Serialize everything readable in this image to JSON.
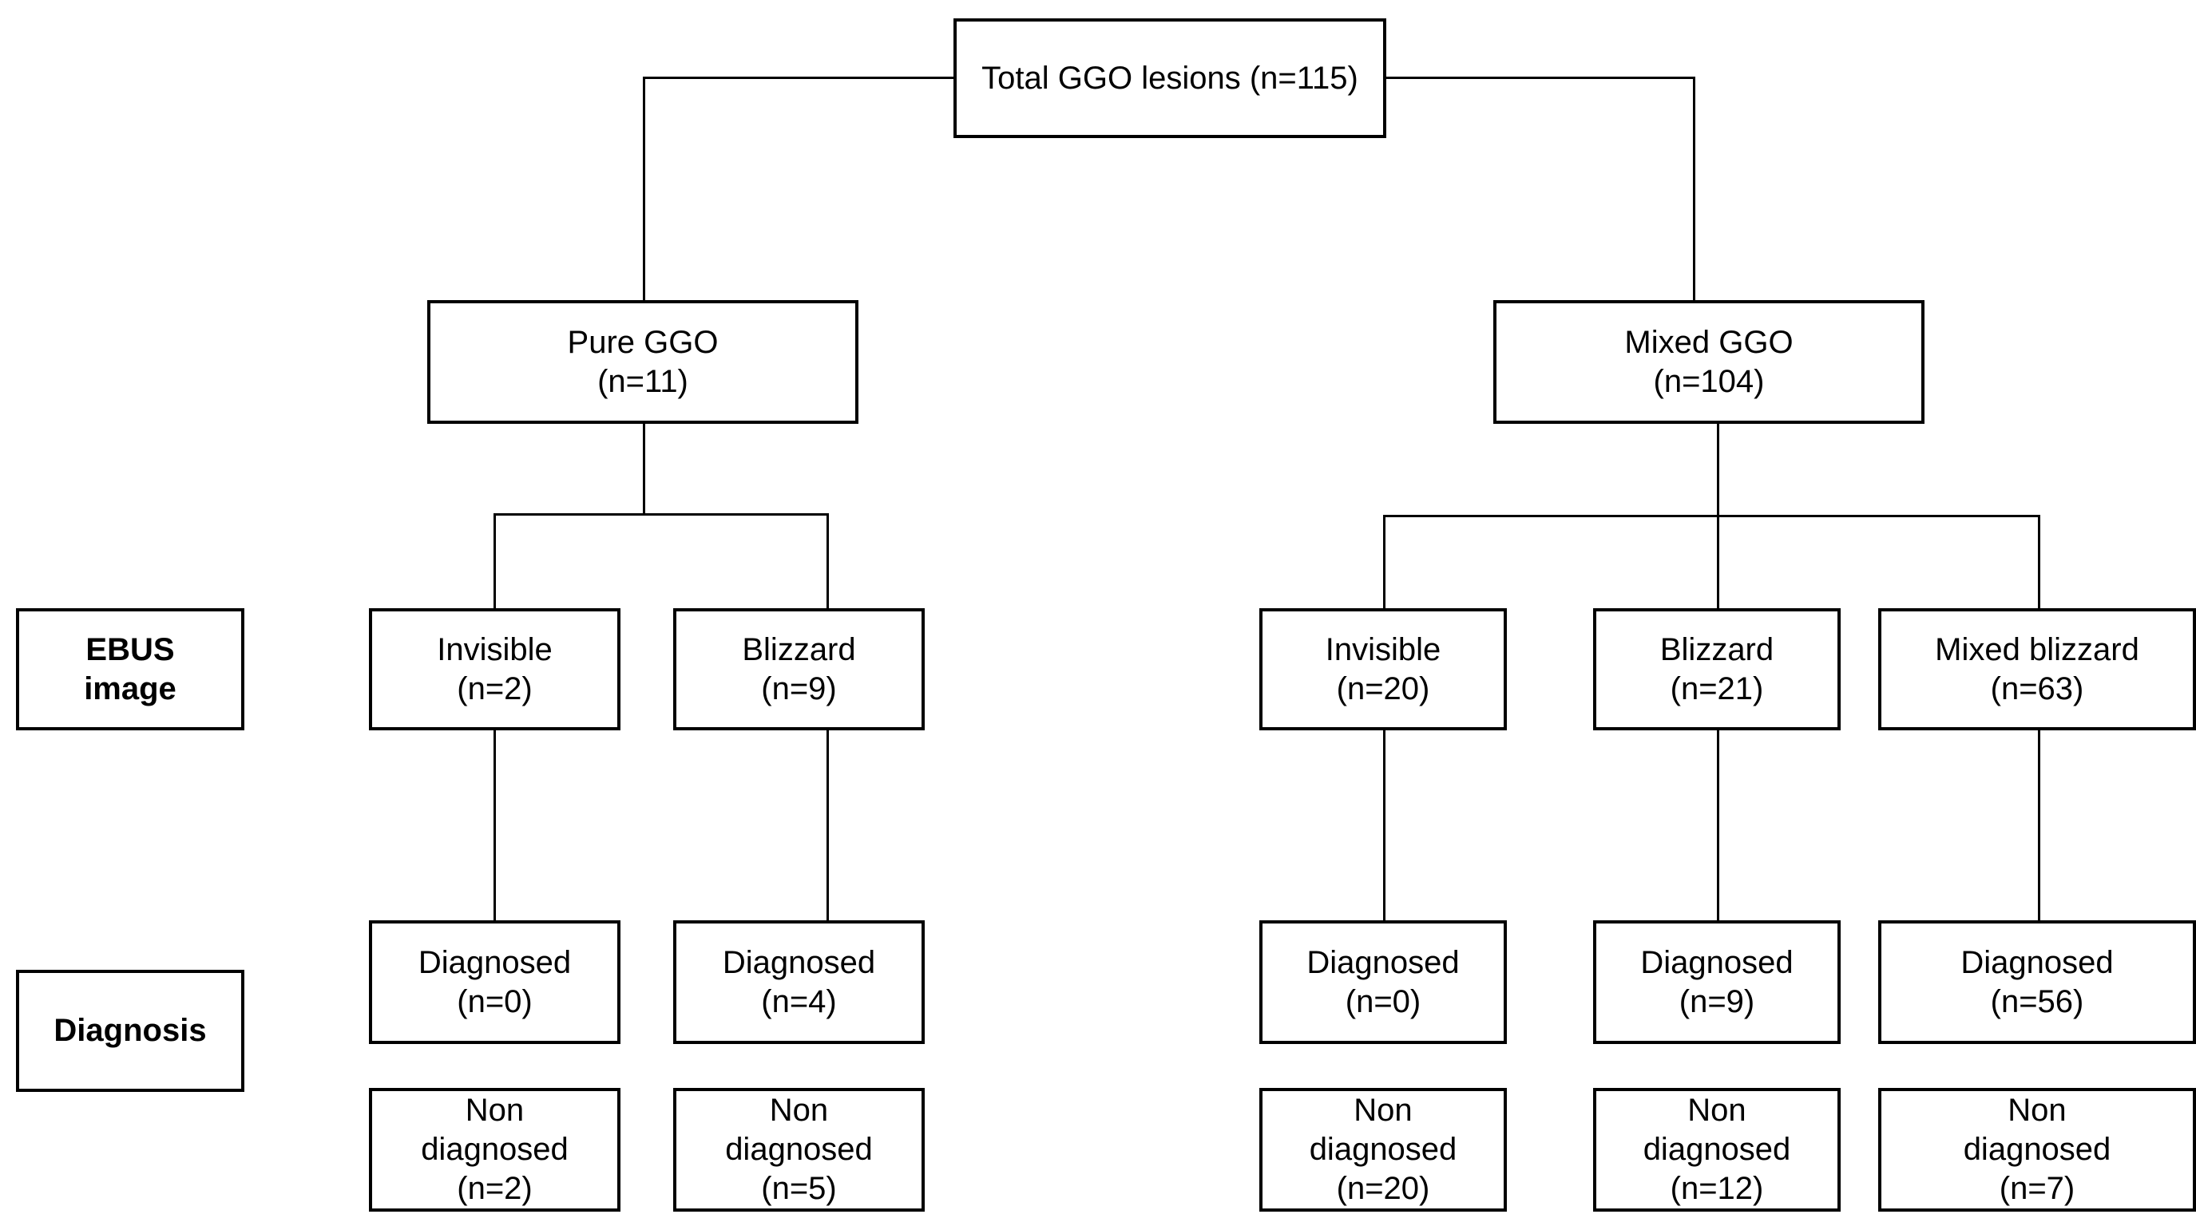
{
  "diagram": {
    "type": "flowchart",
    "title": "GGO lesion EBUS image and diagnosis flow",
    "colors": {
      "border": "#000000",
      "background": "#ffffff",
      "text": "#000000"
    },
    "row_labels": {
      "ebus": {
        "line1": "EBUS",
        "line2": "image"
      },
      "diagnosis": {
        "line1": "Diagnosis",
        "line2": ""
      }
    },
    "root": {
      "label": "Total GGO lesions (n=115)",
      "count": 115
    },
    "groups": [
      {
        "key": "pure",
        "label": "Pure GGO",
        "count_label": "(n=11)",
        "count": 11
      },
      {
        "key": "mixed",
        "label": "Mixed GGO",
        "count_label": "(n=104)",
        "count": 104
      }
    ],
    "ebus_nodes": [
      {
        "group": "pure",
        "label": "Invisible",
        "count_label": "(n=2)",
        "count": 2
      },
      {
        "group": "pure",
        "label": "Blizzard",
        "count_label": "(n=9)",
        "count": 9
      },
      {
        "group": "mixed",
        "label": "Invisible",
        "count_label": "(n=20)",
        "count": 20
      },
      {
        "group": "mixed",
        "label": "Blizzard",
        "count_label": "(n=21)",
        "count": 21
      },
      {
        "group": "mixed",
        "label": "Mixed blizzard",
        "count_label": "(n=63)",
        "count": 63
      }
    ],
    "diagnosed_nodes": [
      {
        "group": "pure",
        "label": "Diagnosed",
        "count_label": "(n=0)",
        "count": 0
      },
      {
        "group": "pure",
        "label": "Diagnosed",
        "count_label": "(n=4)",
        "count": 4
      },
      {
        "group": "mixed",
        "label": "Diagnosed",
        "count_label": "(n=0)",
        "count": 0
      },
      {
        "group": "mixed",
        "label": "Diagnosed",
        "count_label": "(n=9)",
        "count": 9
      },
      {
        "group": "mixed",
        "label": "Diagnosed",
        "count_label": "(n=56)",
        "count": 56
      }
    ],
    "non_diagnosed_nodes": [
      {
        "group": "pure",
        "line1": "Non",
        "line2": "diagnosed",
        "count_label": "(n=2)",
        "count": 2
      },
      {
        "group": "pure",
        "line1": "Non",
        "line2": "diagnosed",
        "count_label": "(n=5)",
        "count": 5
      },
      {
        "group": "mixed",
        "line1": "Non",
        "line2": "diagnosed",
        "count_label": "(n=20)",
        "count": 20
      },
      {
        "group": "mixed",
        "line1": "Non",
        "line2": "diagnosed",
        "count_label": "(n=12)",
        "count": 12
      },
      {
        "group": "mixed",
        "line1": "Non",
        "line2": "diagnosed",
        "count_label": "(n=7)",
        "count": 7
      }
    ]
  }
}
